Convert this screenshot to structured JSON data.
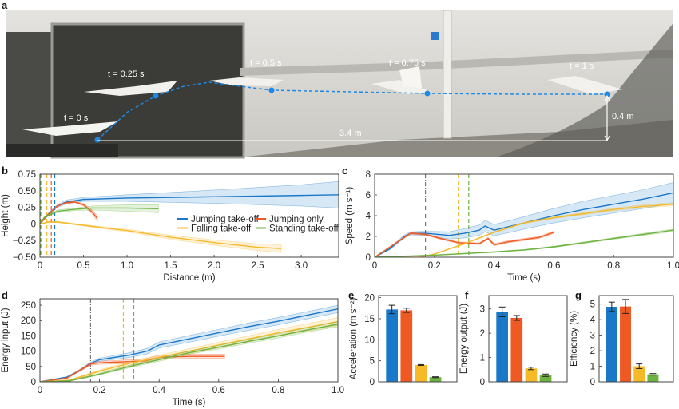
{
  "panel_labels": {
    "a": "a",
    "b": "b",
    "c": "c",
    "d": "d",
    "e": "e",
    "f": "f",
    "g": "g"
  },
  "photo": {
    "time_labels": [
      "t = 0 s",
      "t = 0.25 s",
      "t = 0.5 s",
      "t = 0.75 s",
      "t = 1 s"
    ],
    "distance_label": "3.4 m",
    "height_label": "0.4 m",
    "trajectory_color": "#1e88e5"
  },
  "colors": {
    "jumping_takeoff": "#1a78c8",
    "jumping_only": "#ef5a24",
    "falling_takeoff": "#f6b928",
    "standing_takeoff": "#6cb33f"
  },
  "chart_data": [
    {
      "panel": "b",
      "type": "line",
      "xlabel": "Distance (m)",
      "ylabel": "Height (m)",
      "xlim": [
        0,
        3.43
      ],
      "ylim": [
        -0.5,
        0.75
      ],
      "xticks": [
        0,
        0.5,
        1,
        1.5,
        2,
        2.5,
        3
      ],
      "xtick_labels": [
        "0",
        "0.5",
        "1.0",
        "1.5",
        "2.0",
        "2.5",
        "3.0"
      ],
      "yticks": [
        -0.5,
        -0.25,
        0,
        0.25,
        0.5,
        0.75
      ],
      "ytick_labels": [
        "−0.50",
        "−0.25",
        "0",
        "0.25",
        "0.50",
        "0.75"
      ],
      "legend": "center-right",
      "vlines": [
        {
          "x": 0.01,
          "color": "#6cb33f",
          "style": "dash"
        },
        {
          "x": 0.08,
          "color": "#f6b928",
          "style": "dash"
        },
        {
          "x": 0.13,
          "color": "#ef5a24",
          "style": "dash"
        },
        {
          "x": 0.17,
          "color": "#1a78c8",
          "style": "dash"
        }
      ],
      "series": [
        {
          "name": "Jumping take-off",
          "color": "#1a78c8",
          "points": [
            [
              0,
              0
            ],
            [
              0.1,
              0.15
            ],
            [
              0.2,
              0.27
            ],
            [
              0.3,
              0.33
            ],
            [
              0.5,
              0.37
            ],
            [
              1,
              0.39
            ],
            [
              2,
              0.41
            ],
            [
              3,
              0.43
            ],
            [
              3.43,
              0.44
            ]
          ],
          "band": [
            0,
            0.02,
            0.02,
            0.03,
            0.03,
            0.05,
            0.1,
            0.16,
            0.2
          ]
        },
        {
          "name": "Jumping only",
          "color": "#ef5a24",
          "points": [
            [
              0,
              0
            ],
            [
              0.1,
              0.15
            ],
            [
              0.2,
              0.27
            ],
            [
              0.3,
              0.32
            ],
            [
              0.4,
              0.33
            ],
            [
              0.5,
              0.29
            ],
            [
              0.6,
              0.18
            ],
            [
              0.66,
              0.08
            ]
          ],
          "band": [
            0,
            0.01,
            0.01,
            0.01,
            0.01,
            0.02,
            0.03,
            0.04
          ]
        },
        {
          "name": "Falling take-off",
          "color": "#f6b928",
          "points": [
            [
              0,
              0
            ],
            [
              0.1,
              0.03
            ],
            [
              0.2,
              0.03
            ],
            [
              0.5,
              -0.02
            ],
            [
              1,
              -0.1
            ],
            [
              1.5,
              -0.2
            ],
            [
              2,
              -0.28
            ],
            [
              2.5,
              -0.35
            ],
            [
              2.77,
              -0.37
            ]
          ],
          "band": [
            0,
            0.01,
            0.01,
            0.01,
            0.02,
            0.03,
            0.04,
            0.05,
            0.06
          ]
        },
        {
          "name": "Standing take-off",
          "color": "#6cb33f",
          "points": [
            [
              0,
              0
            ],
            [
              0.05,
              0.1
            ],
            [
              0.2,
              0.19
            ],
            [
              0.4,
              0.22
            ],
            [
              0.6,
              0.24
            ],
            [
              1,
              0.24
            ],
            [
              1.36,
              0.23
            ]
          ],
          "band": [
            0,
            0.01,
            0.02,
            0.02,
            0.03,
            0.05,
            0.06
          ]
        }
      ]
    },
    {
      "panel": "c",
      "type": "line",
      "xlabel": "Time (s)",
      "ylabel": "Speed (m s⁻¹)",
      "xlim": [
        0,
        1
      ],
      "ylim": [
        0,
        8
      ],
      "xticks": [
        0,
        0.2,
        0.4,
        0.6,
        0.8,
        1
      ],
      "xtick_labels": [
        "0",
        "0.2",
        "0.4",
        "0.6",
        "0.8",
        "1.0"
      ],
      "yticks": [
        0,
        2,
        4,
        6,
        8
      ],
      "ytick_labels": [
        "0",
        "2",
        "4",
        "6",
        "8"
      ],
      "vlines": [
        {
          "x": 0.17,
          "color": "#777777",
          "style": "dashdot"
        },
        {
          "x": 0.28,
          "color": "#f6b928",
          "style": "dash"
        },
        {
          "x": 0.315,
          "color": "#6cb33f",
          "style": "dash"
        }
      ],
      "series": [
        {
          "name": "Jumping take-off",
          "color": "#1a78c8",
          "points": [
            [
              0,
              0
            ],
            [
              0.05,
              0.8
            ],
            [
              0.1,
              2
            ],
            [
              0.12,
              2.3
            ],
            [
              0.17,
              2.3
            ],
            [
              0.25,
              2.1
            ],
            [
              0.3,
              2.3
            ],
            [
              0.35,
              2.6
            ],
            [
              0.37,
              3
            ],
            [
              0.4,
              2.6
            ],
            [
              0.5,
              3.3
            ],
            [
              0.6,
              4
            ],
            [
              0.7,
              4.6
            ],
            [
              0.8,
              5.1
            ],
            [
              0.9,
              5.6
            ],
            [
              1,
              6.2
            ]
          ],
          "band": [
            0,
            0.1,
            0.15,
            0.15,
            0.2,
            0.35,
            0.45,
            0.5,
            0.55,
            0.55,
            0.6,
            0.7,
            0.8,
            0.85,
            0.9,
            1.0
          ]
        },
        {
          "name": "Jumping only",
          "color": "#ef5a24",
          "points": [
            [
              0,
              0
            ],
            [
              0.12,
              2.3
            ],
            [
              0.17,
              2.2
            ],
            [
              0.22,
              1.8
            ],
            [
              0.28,
              1.4
            ],
            [
              0.35,
              1.3
            ],
            [
              0.38,
              1.8
            ],
            [
              0.4,
              1.2
            ],
            [
              0.45,
              1.5
            ],
            [
              0.55,
              1.9
            ],
            [
              0.6,
              2.4
            ]
          ],
          "band": [
            0,
            0.08,
            0.08,
            0.08,
            0.08,
            0.08,
            0.1,
            0.1,
            0.1,
            0.1,
            0.12
          ]
        },
        {
          "name": "Falling take-off",
          "color": "#f6b928",
          "points": [
            [
              0,
              0
            ],
            [
              0.15,
              0
            ],
            [
              0.2,
              0.3
            ],
            [
              0.3,
              1.3
            ],
            [
              0.4,
              2.4
            ],
            [
              0.5,
              3.3
            ],
            [
              0.6,
              3.8
            ],
            [
              0.7,
              4.2
            ],
            [
              0.8,
              4.6
            ],
            [
              0.9,
              4.9
            ],
            [
              1,
              5.1
            ]
          ],
          "band": [
            0,
            0,
            0.03,
            0.05,
            0.05,
            0.06,
            0.08,
            0.1,
            0.12,
            0.14,
            0.15
          ]
        },
        {
          "name": "Standing take-off",
          "color": "#6cb33f",
          "points": [
            [
              0,
              0
            ],
            [
              0.2,
              0.2
            ],
            [
              0.3,
              0.35
            ],
            [
              0.4,
              0.5
            ],
            [
              0.5,
              0.7
            ],
            [
              0.6,
              1.0
            ],
            [
              0.7,
              1.4
            ],
            [
              0.8,
              1.8
            ],
            [
              0.9,
              2.2
            ],
            [
              1,
              2.6
            ]
          ],
          "band": [
            0,
            0.03,
            0.03,
            0.04,
            0.05,
            0.06,
            0.07,
            0.08,
            0.1,
            0.12
          ]
        }
      ]
    },
    {
      "panel": "d",
      "type": "line",
      "xlabel": "Time (s)",
      "ylabel": "Energy input (J)",
      "xlim": [
        0,
        1
      ],
      "ylim": [
        0,
        271
      ],
      "xticks": [
        0,
        0.2,
        0.4,
        0.6,
        0.8,
        1
      ],
      "xtick_labels": [
        "0",
        "0.2",
        "0.4",
        "0.6",
        "0.8",
        "1.0"
      ],
      "yticks": [
        0,
        50,
        100,
        150,
        200,
        250
      ],
      "ytick_labels": [
        "0",
        "50",
        "100",
        "150",
        "200",
        "250"
      ],
      "vlines": [
        {
          "x": 0.17,
          "color": "#777777",
          "style": "dashdot"
        },
        {
          "x": 0.28,
          "color": "#f6b928",
          "style": "dash"
        },
        {
          "x": 0.315,
          "color": "#6cb33f",
          "style": "dash"
        }
      ],
      "series": [
        {
          "name": "Jumping take-off",
          "color": "#1a78c8",
          "points": [
            [
              0,
              0
            ],
            [
              0.09,
              15
            ],
            [
              0.13,
              35
            ],
            [
              0.17,
              60
            ],
            [
              0.2,
              72
            ],
            [
              0.3,
              87
            ],
            [
              0.36,
              100
            ],
            [
              0.4,
              120
            ],
            [
              0.5,
              140
            ],
            [
              0.6,
              160
            ],
            [
              0.7,
              180
            ],
            [
              0.8,
              198
            ],
            [
              0.9,
              218
            ],
            [
              1,
              238
            ]
          ],
          "band": [
            0,
            2,
            3,
            4,
            5,
            8,
            9,
            10,
            11,
            11,
            12,
            12,
            12,
            12
          ]
        },
        {
          "name": "Jumping only",
          "color": "#ef5a24",
          "points": [
            [
              0,
              0
            ],
            [
              0.09,
              12
            ],
            [
              0.17,
              58
            ],
            [
              0.2,
              62
            ],
            [
              0.35,
              68
            ],
            [
              0.4,
              80
            ],
            [
              0.5,
              83
            ],
            [
              0.62,
              83
            ]
          ],
          "band": [
            0,
            2,
            4,
            5,
            6,
            7,
            7,
            7
          ]
        },
        {
          "name": "Falling take-off",
          "color": "#f6b928",
          "points": [
            [
              0,
              0
            ],
            [
              0.1,
              5
            ],
            [
              0.2,
              35
            ],
            [
              0.3,
              60
            ],
            [
              0.4,
              80
            ],
            [
              0.5,
              100
            ],
            [
              0.6,
              120
            ],
            [
              0.7,
              140
            ],
            [
              0.8,
              160
            ],
            [
              0.9,
              178
            ],
            [
              1,
              197
            ]
          ],
          "band": [
            0,
            2,
            4,
            6,
            7,
            8,
            9,
            10,
            11,
            12,
            13
          ]
        },
        {
          "name": "Standing take-off",
          "color": "#6cb33f",
          "points": [
            [
              0,
              0
            ],
            [
              0.1,
              3
            ],
            [
              0.2,
              25
            ],
            [
              0.3,
              50
            ],
            [
              0.4,
              72
            ],
            [
              0.5,
              95
            ],
            [
              0.6,
              113
            ],
            [
              0.7,
              132
            ],
            [
              0.8,
              150
            ],
            [
              0.9,
              170
            ],
            [
              1,
              188
            ]
          ],
          "band": [
            0,
            1,
            3,
            4,
            5,
            5,
            6,
            6,
            7,
            7,
            8
          ]
        }
      ]
    },
    {
      "panel": "e",
      "type": "bar",
      "ylabel": "Acceleration (m s⁻²)",
      "ylim": [
        0,
        20.5
      ],
      "yticks": [
        0,
        5,
        10,
        15,
        20
      ],
      "ytick_labels": [
        "0",
        "5",
        "10",
        "15",
        "20"
      ],
      "categories": [
        "Jumping take-off",
        "Jumping only",
        "Falling take-off",
        "Standing take-off"
      ],
      "values": [
        17.2,
        17.0,
        4.0,
        1.1
      ],
      "errors": [
        1.0,
        0.5,
        0.1,
        0.1
      ],
      "colors": [
        "#1a78c8",
        "#ef5a24",
        "#f6b928",
        "#6cb33f"
      ]
    },
    {
      "panel": "f",
      "type": "bar",
      "ylabel": "Energy output (J)",
      "ylim": [
        0,
        3.55
      ],
      "yticks": [
        0,
        1,
        2,
        3
      ],
      "ytick_labels": [
        "0",
        "1",
        "2",
        "3"
      ],
      "categories": [
        "Jumping take-off",
        "Jumping only",
        "Falling take-off",
        "Standing take-off"
      ],
      "values": [
        2.88,
        2.63,
        0.55,
        0.27
      ],
      "errors": [
        0.2,
        0.1,
        0.05,
        0.05
      ],
      "colors": [
        "#1a78c8",
        "#ef5a24",
        "#f6b928",
        "#6cb33f"
      ]
    },
    {
      "panel": "g",
      "type": "bar",
      "ylabel": "Efficiency (%)",
      "ylim": [
        0,
        5.55
      ],
      "yticks": [
        0,
        1,
        2,
        3,
        4,
        5
      ],
      "ytick_labels": [
        "0",
        "1",
        "2",
        "3",
        "4",
        "5"
      ],
      "categories": [
        "Jumping take-off",
        "Jumping only",
        "Falling take-off",
        "Standing take-off"
      ],
      "values": [
        4.83,
        4.85,
        1.0,
        0.48
      ],
      "errors": [
        0.3,
        0.45,
        0.15,
        0.05
      ],
      "colors": [
        "#1a78c8",
        "#ef5a24",
        "#f6b928",
        "#6cb33f"
      ]
    }
  ]
}
